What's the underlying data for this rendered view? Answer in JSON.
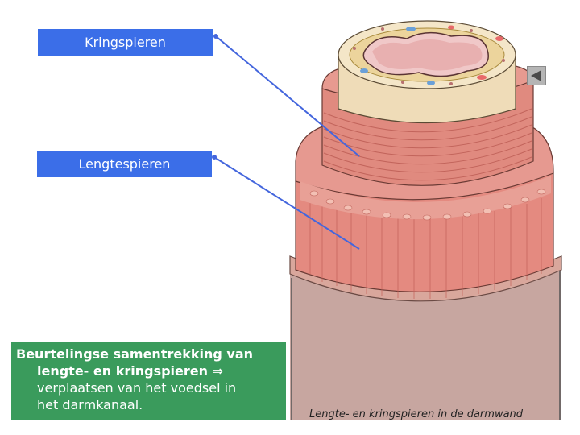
{
  "labels": {
    "circular_muscles": "Kringspieren",
    "longitudinal_muscles": "Lengtespieren"
  },
  "summary": {
    "line1": "Beurtelingse samentrekking van",
    "line2": "lengte- en kringspieren",
    "arrow": "⇒",
    "line3": "verplaatsen van het voedsel in",
    "line4": "het darmkanaal."
  },
  "caption": "Lengte- en kringspieren in de darmwand",
  "icons": {
    "nav": "back-triangle-icon"
  },
  "colors": {
    "label_bg": "#3b6ee8",
    "summary_bg": "#3a9b5c",
    "muscle_red": "#e0887c",
    "tissue_tan": "#efdcb8",
    "outer_brown": "#c4a09a"
  }
}
